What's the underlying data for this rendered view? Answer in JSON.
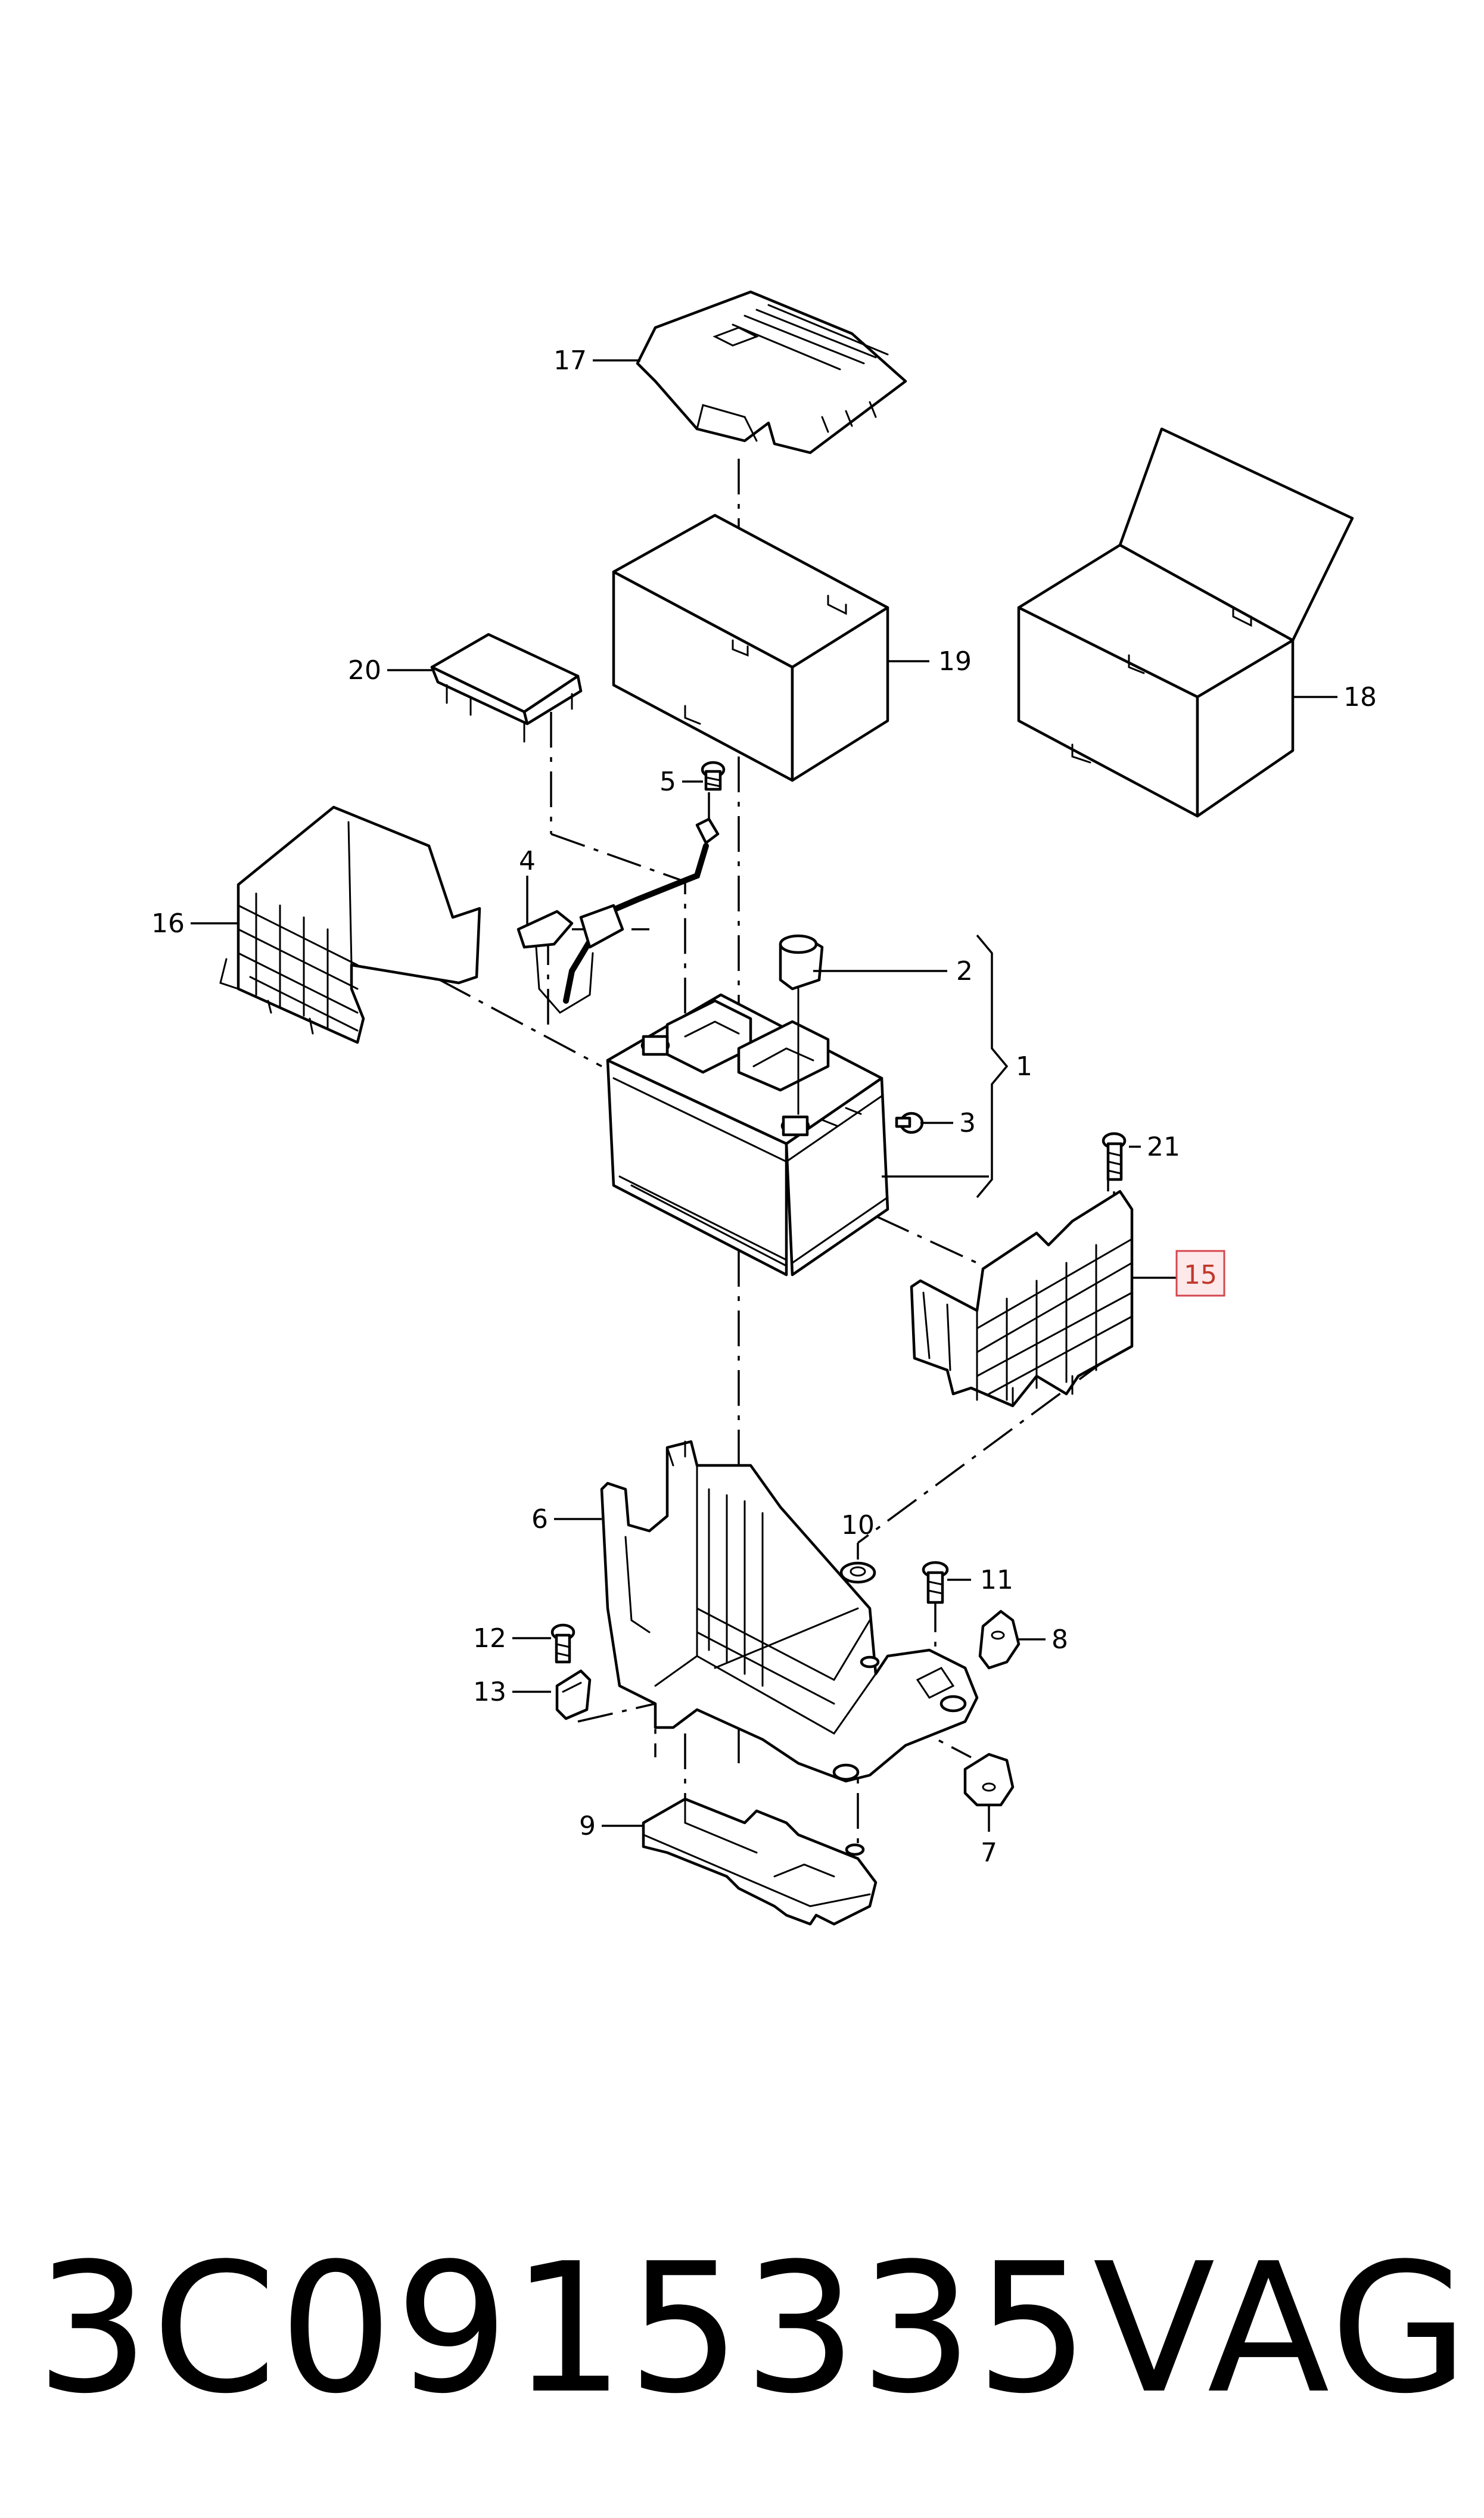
{
  "diagram": {
    "callouts": [
      {
        "id": "1",
        "label": "1"
      },
      {
        "id": "2",
        "label": "2"
      },
      {
        "id": "3",
        "label": "3"
      },
      {
        "id": "4",
        "label": "4"
      },
      {
        "id": "5",
        "label": "5"
      },
      {
        "id": "6",
        "label": "6"
      },
      {
        "id": "7",
        "label": "7"
      },
      {
        "id": "8",
        "label": "8"
      },
      {
        "id": "9",
        "label": "9"
      },
      {
        "id": "10",
        "label": "10"
      },
      {
        "id": "11",
        "label": "11"
      },
      {
        "id": "12",
        "label": "12"
      },
      {
        "id": "13",
        "label": "13"
      },
      {
        "id": "15",
        "label": "15",
        "highlighted": true
      },
      {
        "id": "16",
        "label": "16"
      },
      {
        "id": "17",
        "label": "17"
      },
      {
        "id": "18",
        "label": "18"
      },
      {
        "id": "19",
        "label": "19"
      },
      {
        "id": "20",
        "label": "20"
      },
      {
        "id": "21",
        "label": "21"
      }
    ],
    "highlight_color": "#d4474f"
  },
  "footer": {
    "part_number": "3C0915335",
    "brand": "VAG"
  }
}
